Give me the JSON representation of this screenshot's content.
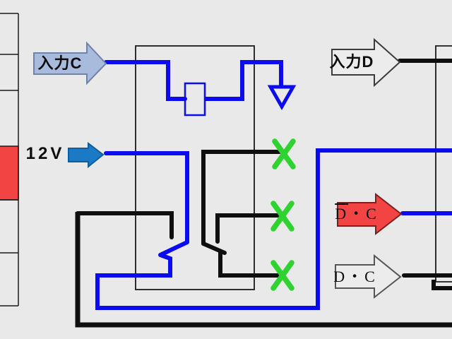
{
  "arrows": {
    "input_c": {
      "label": "入力C",
      "fill": "#a9bbdd",
      "stroke": "#6e82aa"
    },
    "supply": {
      "label": "12V",
      "fill": "#1b7ac6",
      "stroke": "#0f5d9c"
    },
    "input_d": {
      "label": "入力D",
      "fill": "#ececec",
      "stroke": "#3c3c3c"
    },
    "output_dbar_c": {
      "label_overlined": "D",
      "label_rest": "・C",
      "fill": "#f34444",
      "stroke": "#7c1f1f"
    },
    "output_d_c": {
      "label": "D・C",
      "fill": "#ececec",
      "stroke": "#555555"
    }
  },
  "colors": {
    "background": "#e9e9e9",
    "wire_blue": "#0b0bf0",
    "wire_black": "#0f0f0f",
    "open_mark_green": "#2fd32f",
    "highlight_red": "#f34444"
  },
  "markers": {
    "open_contact_symbol": "X",
    "open_contact_count": 3
  }
}
